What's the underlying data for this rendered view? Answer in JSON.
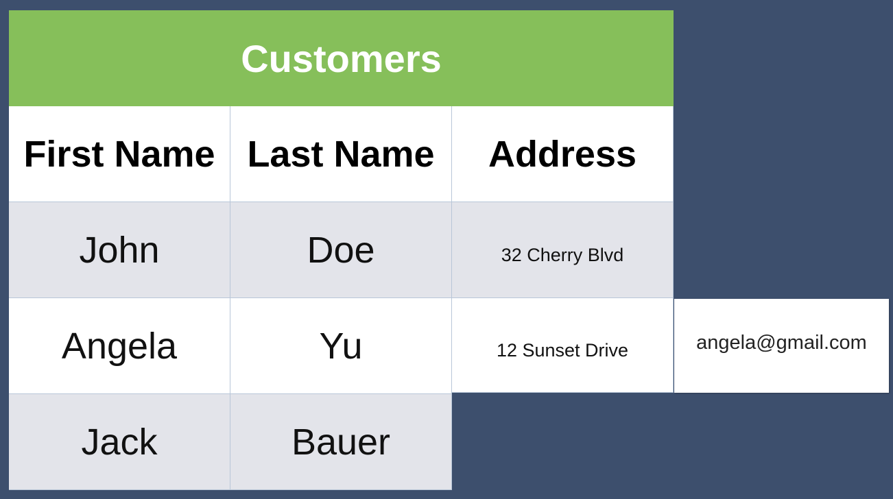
{
  "table": {
    "title": "Customers",
    "columns": [
      "First Name",
      "Last Name",
      "Address"
    ],
    "rows": [
      {
        "first": "John",
        "last": "Doe",
        "address": "32 Cherry Blvd"
      },
      {
        "first": "Angela",
        "last": "Yu",
        "address": "12 Sunset Drive",
        "extra": "angela@gmail.com"
      },
      {
        "first": "Jack",
        "last": "Bauer"
      }
    ]
  },
  "colors": {
    "background": "#3d4f6d",
    "title_bar": "#86bf5a",
    "alt_row": "#e3e4ea",
    "cell_border": "#b8c6d8"
  }
}
